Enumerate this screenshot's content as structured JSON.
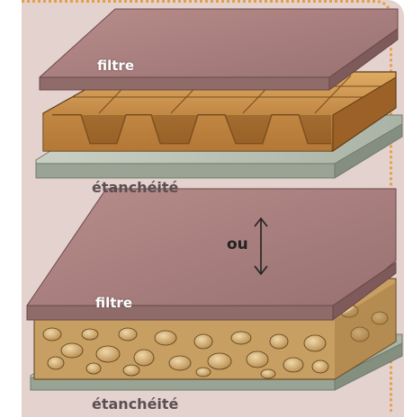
{
  "labels": {
    "filter_top": "filtre",
    "waterproof_top": "étanchéité",
    "or": "ou",
    "filter_bottom": "filtre",
    "waterproof_bottom": "étanchéité"
  },
  "colors": {
    "background": "#e4d2cf",
    "dotted_border": "#e3a04a",
    "filter_layer": "#a9807f",
    "drainage_tray": "#c98d45",
    "gravel": "#d6b37c",
    "waterproof_layer": "#bcc4b8"
  }
}
